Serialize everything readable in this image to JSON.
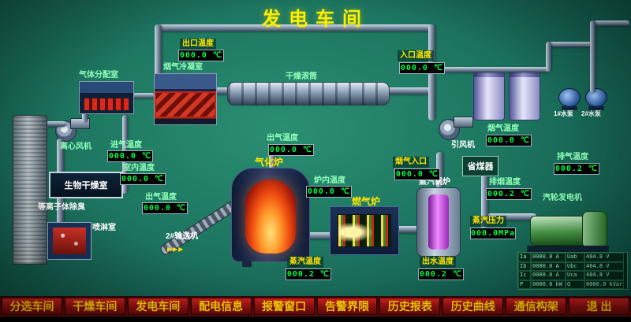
{
  "title": "发电车间",
  "equipment": {
    "gas_distribution_room": "气体分配室",
    "flue_condenser": "烟气冷凝室",
    "drying_drum": "干燥滚筒",
    "centrifugal_fan": "离心风机",
    "bio_drying_room": "生物干燥室",
    "plasma_deodorizer": "等离子体除臭",
    "spray_room": "喷淋室",
    "conveyor": "2#输送机",
    "gasifier": "气化炉",
    "gas_furnace": "燃气炉",
    "steam_boiler": "蒸汽锅炉",
    "economizer": "省煤器",
    "induced_fan": "引风机",
    "turbine_generator": "汽轮发电机",
    "pump1": "1#水泵",
    "pump2": "2#水泵"
  },
  "readings": {
    "outlet_temp": {
      "label": "出口温度",
      "value": "000.0 ℃"
    },
    "inlet_temp": {
      "label": "入口温度",
      "value": "000.0 ℃"
    },
    "intake_temp": {
      "label": "进气温度",
      "value": "000.0 ℃"
    },
    "room_temp": {
      "label": "室内温度",
      "value": "000.0 ℃"
    },
    "outgas_left": {
      "label": "出气温度",
      "value": "000.0 ℃"
    },
    "outgas_mid": {
      "label": "出气温度",
      "value": "000.0 ℃"
    },
    "furnace_temp": {
      "label": "炉内温度",
      "value": "000.0 ℃"
    },
    "fluegas_inlet": {
      "label": "烟气入口",
      "value": "000.0 ℃"
    },
    "fluegas_temp": {
      "label": "烟气温度",
      "value": "000.0 ℃"
    },
    "exhaust_temp": {
      "label": "排烟温度",
      "value": "000.2 ℃"
    },
    "steam_exhaust": {
      "label": "排气温度",
      "value": "000.2 ℃"
    },
    "steam_pressure": {
      "label": "蒸汽压力",
      "value": "000.0MPa"
    },
    "steam_temp": {
      "label": "蒸汽温度",
      "value": "000.2 ℃"
    },
    "outwater_temp": {
      "label": "出水温度",
      "value": "000.2 ℃"
    }
  },
  "generator_panel": {
    "rows": [
      [
        "Ia",
        "0000.0 A",
        "Uab",
        "404.8 V"
      ],
      [
        "Ib",
        "0000.0 A",
        "Ubc",
        "404.8 V"
      ],
      [
        "Ic",
        "0000.0 A",
        "Uca",
        "404.8 V"
      ],
      [
        "P",
        "0000.0 kW",
        "Q",
        "0000.0 kVar"
      ]
    ]
  },
  "nav": {
    "items": [
      "分选车间",
      "干燥车间",
      "发电车间",
      "配电信息",
      "报警窗口",
      "告警界限",
      "历史报表",
      "历史曲线",
      "通信构架",
      "退  出"
    ]
  }
}
